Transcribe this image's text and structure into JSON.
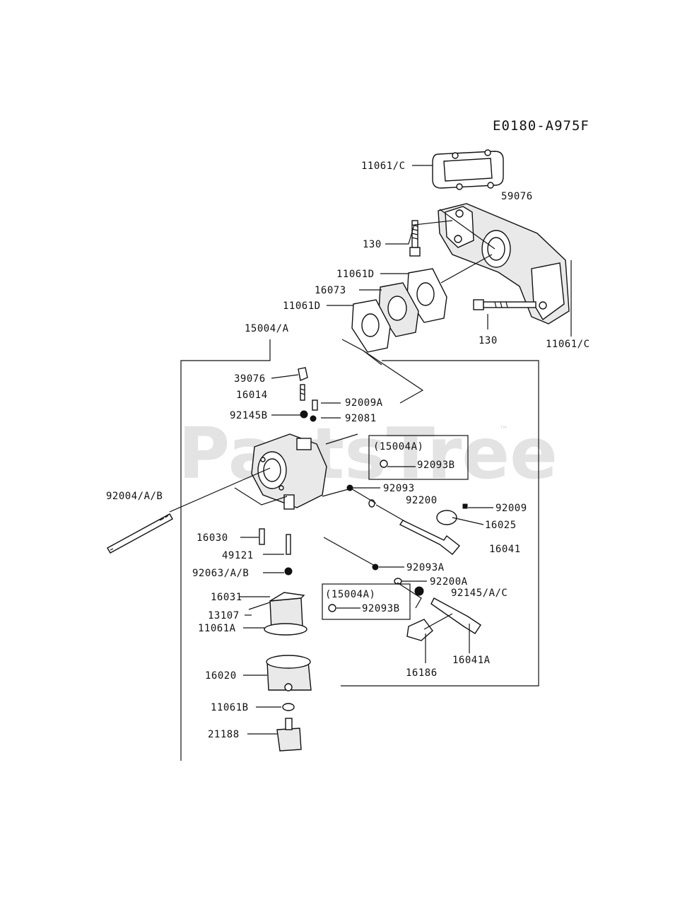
{
  "diagram_code": "E0180-A975F",
  "watermark": {
    "text": "PartsTree",
    "trademark": "™"
  },
  "callouts": [
    {
      "id": "11061-c-top",
      "text": "11061/C"
    },
    {
      "id": "59076",
      "text": "59076"
    },
    {
      "id": "130-top",
      "text": "130"
    },
    {
      "id": "11061d-a",
      "text": "11061D"
    },
    {
      "id": "16073",
      "text": "16073"
    },
    {
      "id": "11061d-b",
      "text": "11061D"
    },
    {
      "id": "130-bolt",
      "text": "130"
    },
    {
      "id": "11061-c-right",
      "text": "11061/C"
    },
    {
      "id": "15004-a",
      "text": "15004/A"
    },
    {
      "id": "39076",
      "text": "39076"
    },
    {
      "id": "16014",
      "text": "16014"
    },
    {
      "id": "92009a",
      "text": "92009A"
    },
    {
      "id": "92145b",
      "text": "92145B"
    },
    {
      "id": "92081",
      "text": "92081"
    },
    {
      "id": "box1-title",
      "text": "(15004A)"
    },
    {
      "id": "box1-92093b",
      "text": "92093B"
    },
    {
      "id": "92004-a-b",
      "text": "92004/A/B"
    },
    {
      "id": "92093",
      "text": "92093"
    },
    {
      "id": "92200",
      "text": "92200"
    },
    {
      "id": "92009",
      "text": "92009"
    },
    {
      "id": "16025",
      "text": "16025"
    },
    {
      "id": "16030",
      "text": "16030"
    },
    {
      "id": "16041",
      "text": "16041"
    },
    {
      "id": "49121",
      "text": "49121"
    },
    {
      "id": "92063-a-b",
      "text": "92063/A/B"
    },
    {
      "id": "92093a",
      "text": "92093A"
    },
    {
      "id": "92200a",
      "text": "92200A"
    },
    {
      "id": "16031",
      "text": "16031"
    },
    {
      "id": "box2-title",
      "text": "(15004A)"
    },
    {
      "id": "92145-a-c",
      "text": "92145/A/C"
    },
    {
      "id": "box2-92093b",
      "text": "92093B"
    },
    {
      "id": "13107",
      "text": "13107"
    },
    {
      "id": "11061a",
      "text": "11061A"
    },
    {
      "id": "16041a",
      "text": "16041A"
    },
    {
      "id": "16186",
      "text": "16186"
    },
    {
      "id": "16020",
      "text": "16020"
    },
    {
      "id": "11061b",
      "text": "11061B"
    },
    {
      "id": "21188",
      "text": "21188"
    }
  ]
}
